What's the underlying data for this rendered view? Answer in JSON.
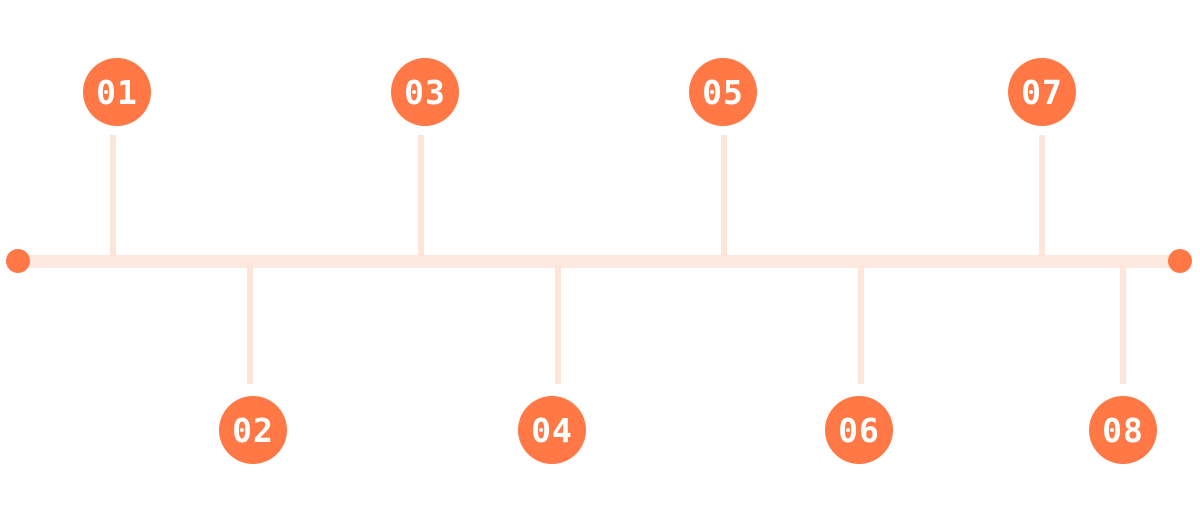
{
  "timeline": {
    "accent_color": "#ff7845",
    "line_color": "#fde9df",
    "markers": [
      {
        "label": "01"
      },
      {
        "label": "02"
      },
      {
        "label": "03"
      },
      {
        "label": "04"
      },
      {
        "label": "05"
      },
      {
        "label": "06"
      },
      {
        "label": "07"
      },
      {
        "label": "08"
      }
    ]
  }
}
